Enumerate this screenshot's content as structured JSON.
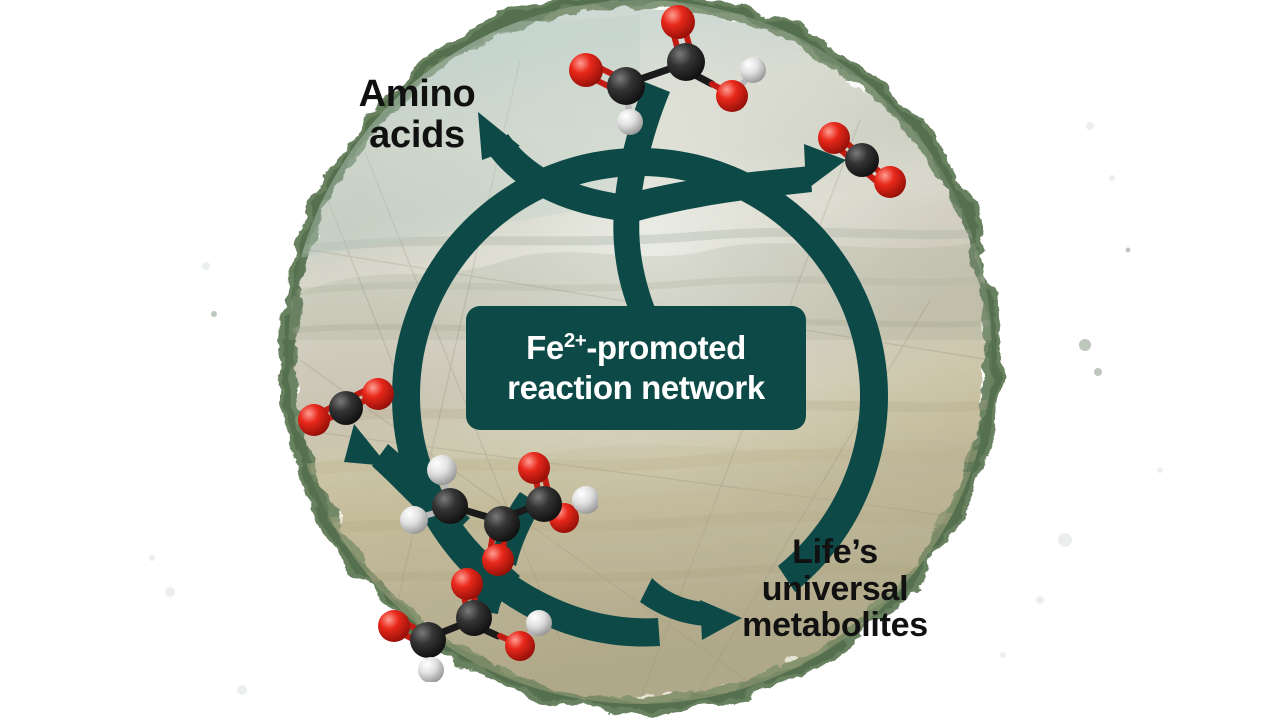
{
  "figure": {
    "type": "graphical-abstract",
    "background_shape": "painted-circle",
    "background_description": "textured painted landscape disc with brushy green rim"
  },
  "colors": {
    "teal": "#0d4a47",
    "rim_green": "#5d7a55",
    "oxygen_red": "#d81f16",
    "carbon_dark": "#2b2b2b",
    "hydrogen_white": "#f2f2f2",
    "text_black": "#111111",
    "page_white": "#ffffff"
  },
  "center_box": {
    "line1_prefix": "Fe",
    "line1_charge": "2+",
    "line1_suffix": "-promoted",
    "line2": "reaction network",
    "full_text": "Fe2+-promoted reaction network"
  },
  "labels": {
    "amino_acids": "Amino\nacids",
    "metabolites": "Life’s\nuniversal\nmetabolites"
  },
  "molecules": [
    {
      "id": "glyoxylate-top",
      "name": "glyoxylate",
      "position": "top-center",
      "atoms": "C2 O3 H2"
    },
    {
      "id": "co2-top-right",
      "name": "carbon dioxide",
      "position": "top-right",
      "atoms": "C1 O2"
    },
    {
      "id": "co2-left",
      "name": "carbon dioxide",
      "position": "mid-left",
      "atoms": "C1 O2"
    },
    {
      "id": "pyruvate-center-left",
      "name": "pyruvate",
      "position": "center-left",
      "atoms": "C3 O3 H4"
    },
    {
      "id": "glyoxylate-bottom-left",
      "name": "glyoxylate",
      "position": "bottom-left",
      "atoms": "C2 O3 H2"
    }
  ],
  "arrows": [
    {
      "id": "cycle-ring",
      "kind": "circular-cycle",
      "direction": "clockwise"
    },
    {
      "id": "arrow-to-amino-acids",
      "from": "cycle",
      "to": "Amino acids",
      "direction": "up-left"
    },
    {
      "id": "arrow-to-co2-top-right",
      "from": "cycle",
      "to": "carbon dioxide",
      "direction": "right"
    },
    {
      "id": "arrow-to-co2-left",
      "from": "cycle",
      "to": "carbon dioxide",
      "direction": "up-left"
    },
    {
      "id": "arrow-to-metabolites",
      "from": "cycle",
      "to": "Life’s universal metabolites",
      "direction": "down-right"
    },
    {
      "id": "feed-from-glyoxylate-top",
      "from": "glyoxylate",
      "to": "cycle",
      "direction": "down"
    },
    {
      "id": "feed-from-glyoxylate-bottom",
      "from": "glyoxylate",
      "to": "cycle",
      "direction": "up"
    }
  ]
}
